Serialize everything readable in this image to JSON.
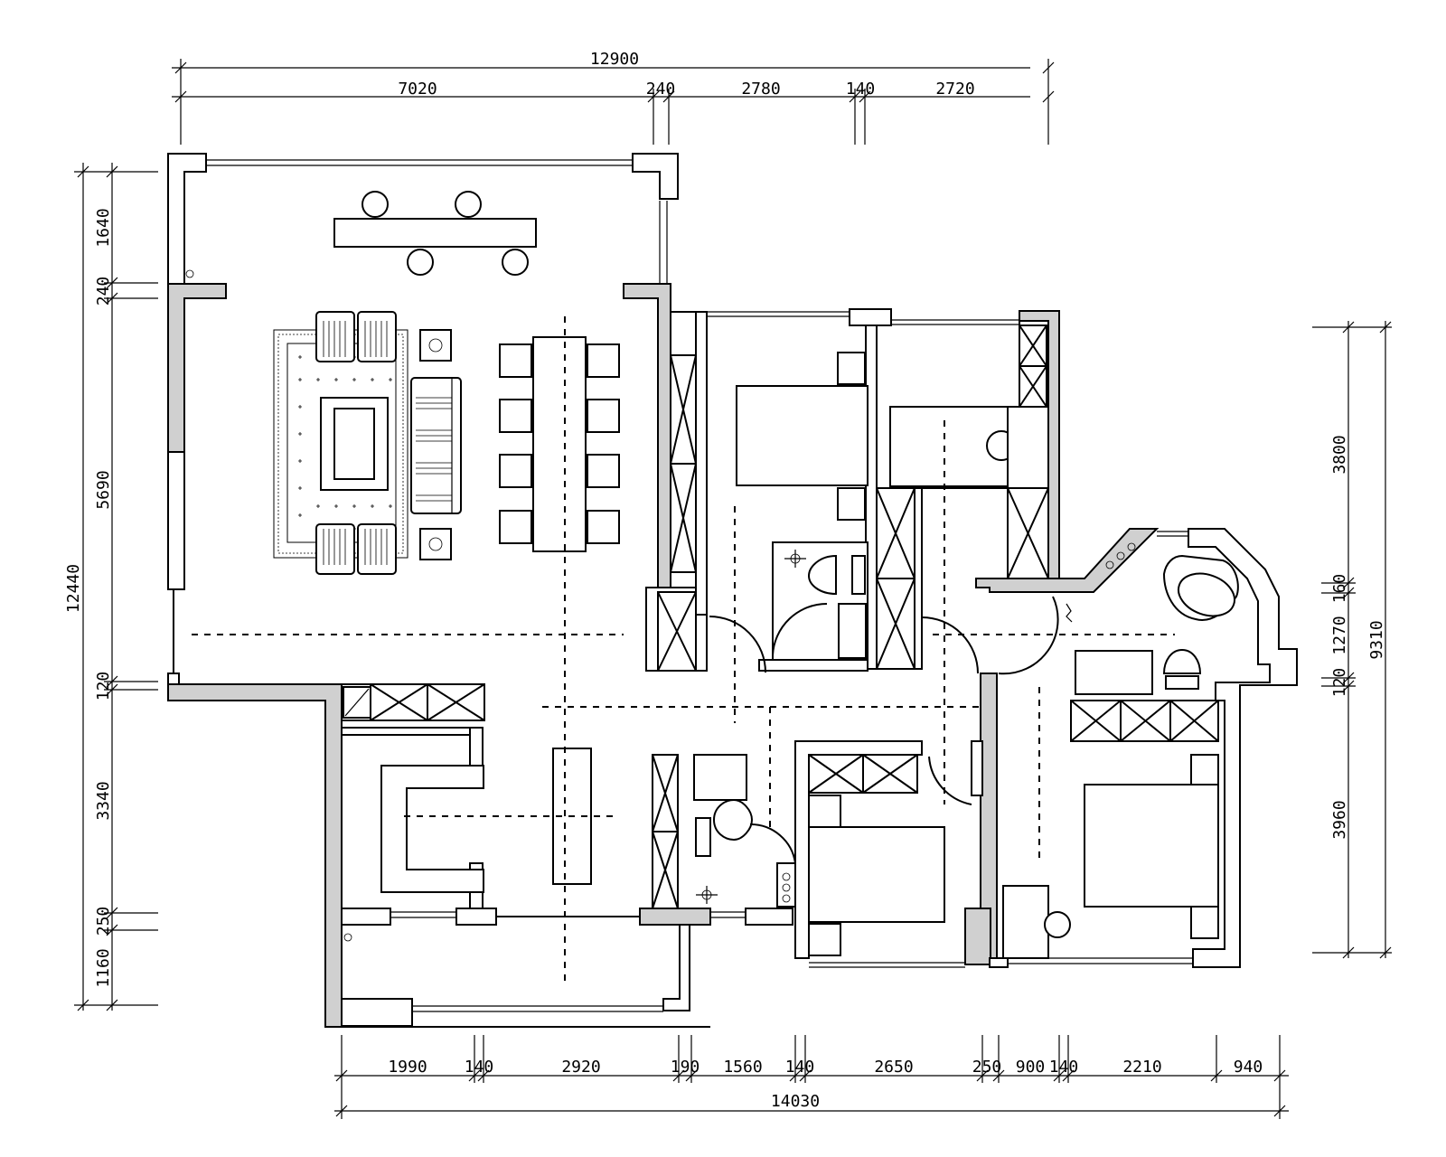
{
  "dimensions": {
    "top_total": "12900",
    "top": [
      "7020",
      "240",
      "2780",
      "140",
      "2720"
    ],
    "left_total": "12440",
    "left": [
      "1640",
      "240",
      "5690",
      "120",
      "3340",
      "250",
      "1160"
    ],
    "right_total": "9310",
    "right": [
      "3800",
      "160",
      "1270",
      "120",
      "3960"
    ],
    "bottom_total": "14030",
    "bottom": [
      "1990",
      "140",
      "2920",
      "190",
      "1560",
      "140",
      "2650",
      "250",
      "900",
      "140",
      "2210",
      "940"
    ]
  }
}
